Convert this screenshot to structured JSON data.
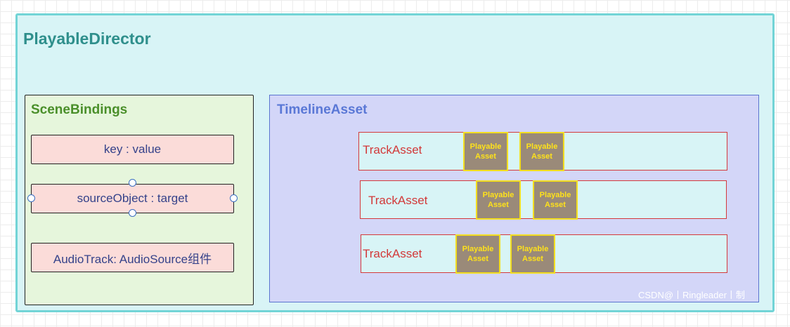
{
  "director": {
    "title": "PlayableDirector"
  },
  "scene_bindings": {
    "title": "SceneBindings",
    "items": [
      {
        "label": "key : value"
      },
      {
        "label": "sourceObject : target"
      },
      {
        "label": "AudioTrack: AudioSource组件"
      }
    ]
  },
  "timeline": {
    "title": "TimelineAsset",
    "tracks": [
      {
        "label": "TrackAsset",
        "clips": [
          {
            "line1": "Playable",
            "line2": "Asset"
          },
          {
            "line1": "Playable",
            "line2": "Asset"
          }
        ]
      },
      {
        "label": "TrackAsset",
        "clips": [
          {
            "line1": "Playable",
            "line2": "Asset"
          },
          {
            "line1": "Playable",
            "line2": "Asset"
          }
        ]
      },
      {
        "label": "TrackAsset",
        "clips": [
          {
            "line1": "Playable",
            "line2": "Asset"
          },
          {
            "line1": "Playable",
            "line2": "Asset"
          }
        ]
      }
    ]
  },
  "watermark": "CSDN@丨Ringleader丨制",
  "colors": {
    "director_fill": "#d8f4f6",
    "director_border": "#72d4d6",
    "scene_fill": "#e6f6dc",
    "binding_fill": "#fbdcd9",
    "timeline_fill": "#d3d6f8",
    "track_border": "#d43a3a",
    "clip_fill": "#9a8a79",
    "clip_border": "#f3de1f"
  }
}
